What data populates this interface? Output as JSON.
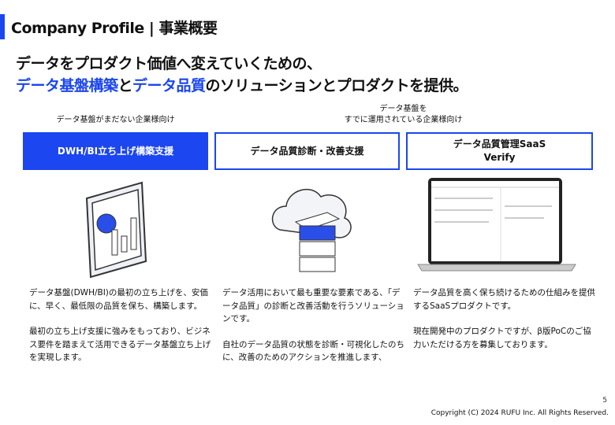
{
  "header": {
    "title": "Company Profile | 事業概要"
  },
  "headline": {
    "line1": "データをプロダクト価値へ変えていくための、",
    "line2_part1": "データ基盤構築",
    "line2_part2": "と",
    "line2_part3": "データ品質",
    "line2_part4": "のソリューションとプロダクトを提供。"
  },
  "targets": {
    "left": "データ基盤がまだない企業様向け",
    "right_line1": "データ基盤を",
    "right_line2": "すでに運用されている企業様向け"
  },
  "services": [
    {
      "label": "DWH/BI立ち上げ構築支援",
      "desc": [
        "データ基盤(DWH/BI)の最初の立ち上げを、安価に、早く、最低限の品質を保ち、構築します。",
        "最初の立ち上げ支援に強みをもっており、ビジネス要件を踏まえて活用できるデータ基盤立ち上げを実現します。"
      ]
    },
    {
      "label": "データ品質診断・改善支援",
      "desc": [
        "データ活用において最も重要な要素である、「データ品質」の診断と改善活動を行うソリューションです。",
        "自社のデータ品質の状態を診断・可視化したのちに、改善のためのアクションを推進します、"
      ]
    },
    {
      "label_line1": "データ品質管理SaaS",
      "label_line2": "Verify",
      "desc": [
        "データ品質を高く保ち続けるための仕組みを提供するSaaSプロダクトです。",
        "現在開発中のプロダクトですが、β版PoCのご協力いただける方を募集しております。"
      ]
    }
  ],
  "footer": {
    "page": "5",
    "copyright": "Copyright (C) 2024 RUFU Inc. All Rights Reserved."
  },
  "colors": {
    "accent": "#1b46f0"
  }
}
